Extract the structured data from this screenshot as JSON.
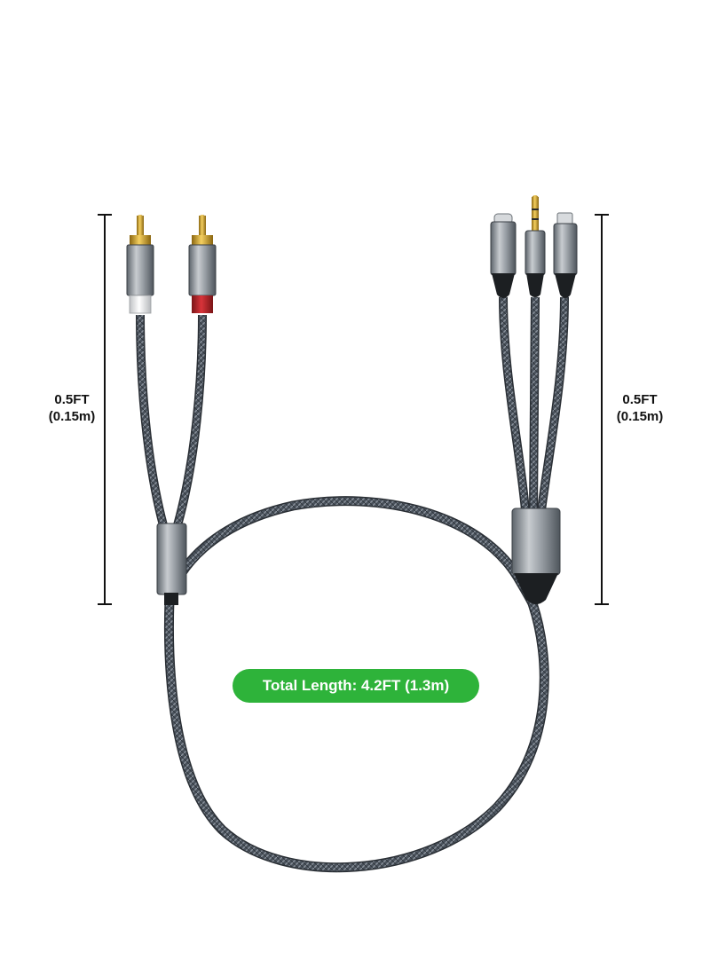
{
  "dimensions": {
    "left": {
      "length_ft": "0.5FT",
      "length_m": "(0.15m)"
    },
    "right": {
      "length_ft": "0.5FT",
      "length_m": "(0.15m)"
    }
  },
  "badge": {
    "text": "Total Length: 4.2FT (1.3m)",
    "color": "#2eb33a"
  },
  "cable": {
    "left_end": [
      "RCA white plug",
      "RCA red plug"
    ],
    "right_end": [
      "USB-C plug",
      "3.5mm AUX plug",
      "Micro USB plug"
    ],
    "colors": {
      "braid": "#4d5560",
      "housing": "#8a9096",
      "gold": "#d4a020",
      "red": "#c0262b",
      "white": "#f0f0f0"
    }
  }
}
